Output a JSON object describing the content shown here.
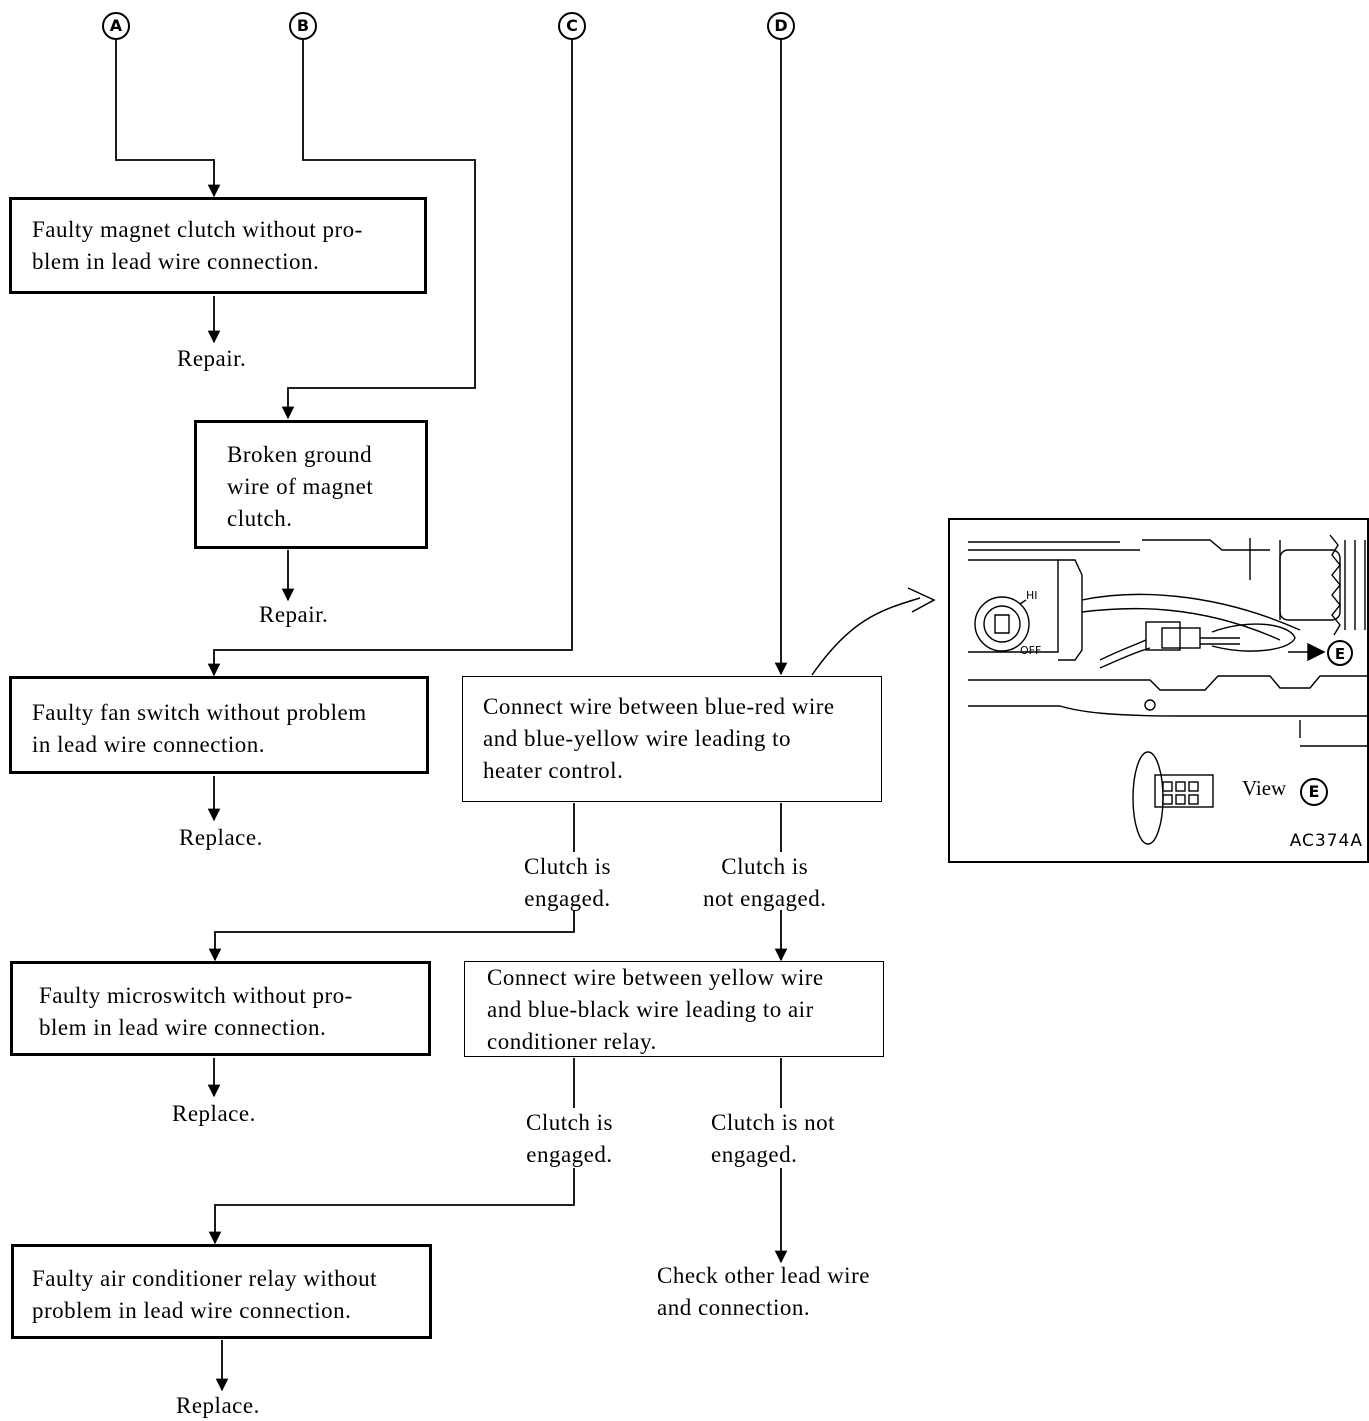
{
  "markers": {
    "a": "A",
    "b": "B",
    "c": "C",
    "d": "D"
  },
  "boxes": {
    "magnet_clutch": [
      "Faulty magnet clutch without pro-",
      "blem in lead wire connection."
    ],
    "ground_wire": [
      "Broken ground",
      "wire of magnet",
      "clutch."
    ],
    "fan_switch": [
      "Faulty fan switch without problem",
      "in lead wire connection."
    ],
    "connect_heater": [
      "Connect wire between blue-red wire",
      "and blue-yellow wire leading to",
      "heater control."
    ],
    "microswitch": [
      "Faulty microswitch without pro-",
      "blem in lead wire connection."
    ],
    "connect_relay": [
      "Connect wire between yellow wire",
      "and blue-black wire leading to air",
      "conditioner relay."
    ],
    "ac_relay": [
      "Faulty air conditioner relay without",
      "problem in lead wire connection."
    ]
  },
  "results": {
    "repair_1": "Repair.",
    "repair_2": "Repair.",
    "replace_fan": "Replace.",
    "replace_micro": "Replace.",
    "replace_relay": "Replace.",
    "check_other": [
      "Check other lead wire",
      "and connection."
    ]
  },
  "conditions": {
    "heater_engaged": [
      "Clutch is",
      "engaged."
    ],
    "heater_not_engaged": [
      "Clutch is",
      "not engaged."
    ],
    "relay_engaged": [
      "Clutch is",
      "engaged."
    ],
    "relay_not_engaged": [
      "Clutch is not",
      "engaged."
    ]
  },
  "illustration": {
    "switch_hi": "HI",
    "switch_off": "OFF",
    "callout": "E",
    "view_label": "View",
    "view_marker": "E",
    "code": "AC374A"
  }
}
